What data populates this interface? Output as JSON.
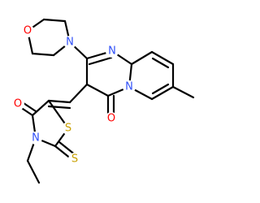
{
  "colors": {
    "bond": "#000000",
    "O": "#ff0000",
    "N": "#3050f8",
    "S": "#c8a000",
    "background": "#ffffff"
  },
  "atoms": {
    "o_morph": "O",
    "n_morph": "N",
    "n_ring": "N",
    "n_fused": "N",
    "o_carbonyl": "O",
    "o_thiaz": "O",
    "n_thiaz": "N",
    "s_ring": "S",
    "s_thione": "S"
  }
}
